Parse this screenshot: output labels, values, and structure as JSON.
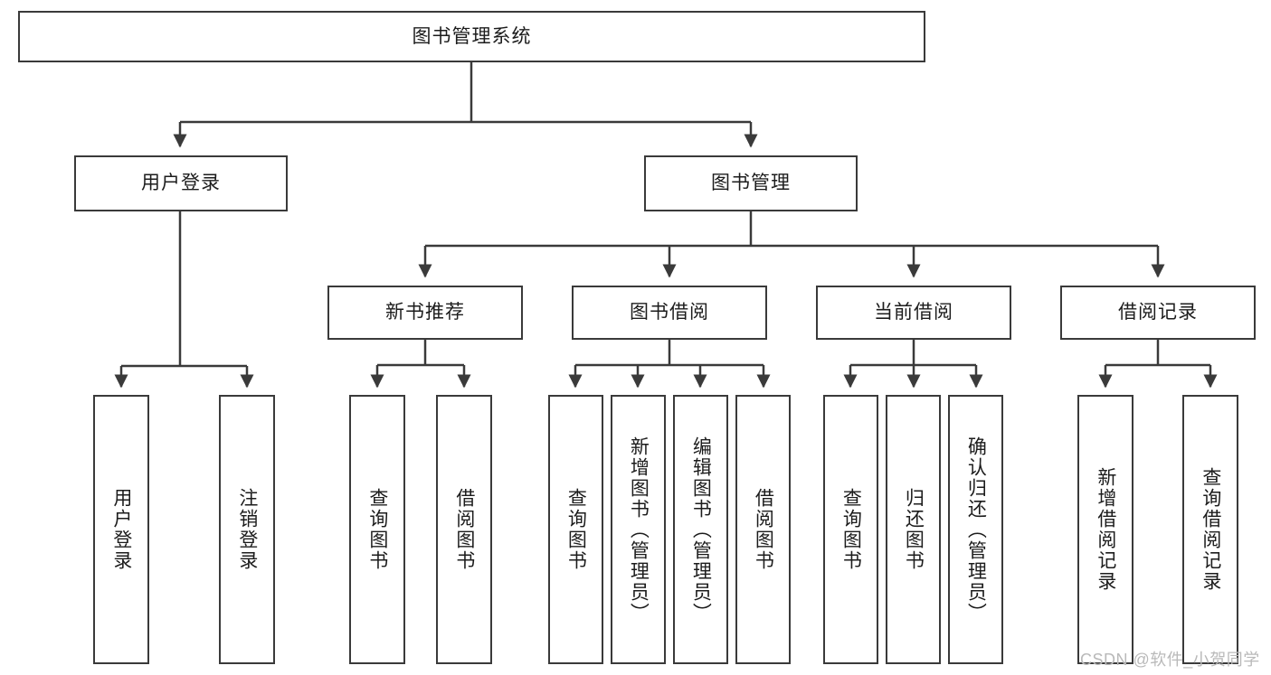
{
  "diagram": {
    "title": "图书管理系统",
    "type": "tree-hierarchy-diagram",
    "orientation": "top-down",
    "root": {
      "label": "图书管理系统"
    },
    "level2": [
      {
        "id": "user-login",
        "label": "用户登录"
      },
      {
        "id": "book-manage",
        "label": "图书管理"
      }
    ],
    "level3": [
      {
        "id": "new-book-rec",
        "label": "新书推荐",
        "parent": "book-manage"
      },
      {
        "id": "book-borrow",
        "label": "图书借阅",
        "parent": "book-manage"
      },
      {
        "id": "current-borrow",
        "label": "当前借阅",
        "parent": "book-manage"
      },
      {
        "id": "borrow-record",
        "label": "借阅记录",
        "parent": "book-manage"
      }
    ],
    "leaves": [
      {
        "id": "leaf-user-login",
        "label": "用户登录",
        "parent": "user-login"
      },
      {
        "id": "leaf-logout",
        "label": "注销登录",
        "parent": "user-login"
      },
      {
        "id": "leaf-query-book-1",
        "label": "查询图书",
        "parent": "new-book-rec"
      },
      {
        "id": "leaf-borrow-book-1",
        "label": "借阅图书",
        "parent": "new-book-rec"
      },
      {
        "id": "leaf-query-book-2",
        "label": "查询图书",
        "parent": "book-borrow"
      },
      {
        "id": "leaf-add-book",
        "label": "新增图书（管理员）",
        "parent": "book-borrow"
      },
      {
        "id": "leaf-edit-book",
        "label": "编辑图书（管理员）",
        "parent": "book-borrow"
      },
      {
        "id": "leaf-borrow-book-2",
        "label": "借阅图书",
        "parent": "book-borrow"
      },
      {
        "id": "leaf-query-book-3",
        "label": "查询图书",
        "parent": "current-borrow"
      },
      {
        "id": "leaf-return-book",
        "label": "归还图书",
        "parent": "current-borrow"
      },
      {
        "id": "leaf-confirm-return",
        "label": "确认归还（管理员）",
        "parent": "current-borrow"
      },
      {
        "id": "leaf-add-record",
        "label": "新增借阅记录",
        "parent": "borrow-record"
      },
      {
        "id": "leaf-query-record",
        "label": "查询借阅记录",
        "parent": "borrow-record"
      }
    ]
  },
  "watermark": {
    "text": "CSDN @软件_小贺同学"
  },
  "colors": {
    "stroke": "#3a3a3a",
    "fill": "#ffffff",
    "text": "#1c1c1c",
    "watermark": "#b9b9b9"
  }
}
